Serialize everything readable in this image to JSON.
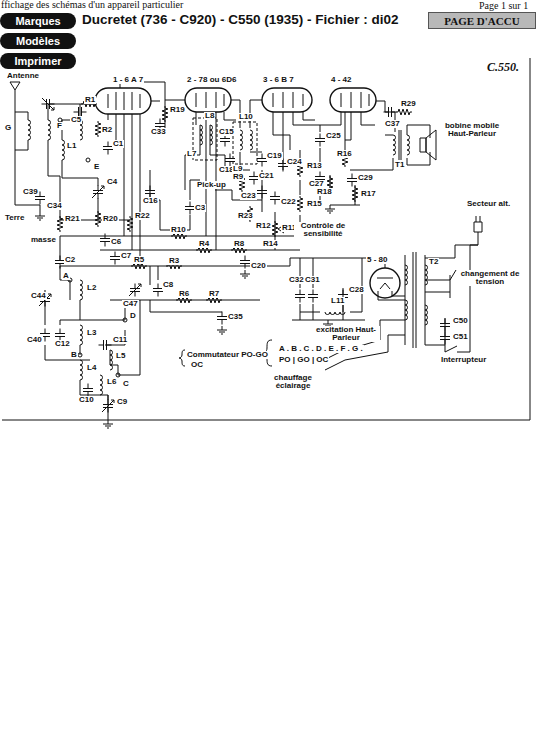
{
  "diagram": {
    "title": "Ducretet (736 - C920) - C550 (1935) - Fichier : di02",
    "nodes": [
      {
        "text": [
          "Marques"
        ]
      },
      {
        "text": [
          "Modèles"
        ]
      },
      {
        "text": [
          "Imprimer"
        ]
      },
      {
        "text": [
          "PAGE D'ACCU"
        ]
      }
    ],
    "labels": [
      "ffichage des schémas d'un appareil particulier",
      "Page 1 sur 1",
      "C.550.",
      "Antenne",
      "1 - 6 A 7",
      "2 - 78 ou 6D6",
      "3 - 6 B 7",
      "4 - 42",
      "G",
      "F",
      "E",
      "R1",
      "R2",
      "C5",
      "L1",
      "C1",
      "C4",
      "C39",
      "C34",
      "Terre",
      "masse",
      "R21",
      "R20",
      "R22",
      "C6",
      "C2",
      "A",
      "C44",
      "L2",
      "C7",
      "R5",
      "R3",
      "C47",
      "C8",
      "D",
      "C40",
      "C12",
      "L3",
      "C11",
      "B",
      "L4",
      "L5",
      "C",
      "C10",
      "L6",
      "C9",
      "R6",
      "R7",
      "C35",
      "C16",
      "C3",
      "R10",
      "R4",
      "R8",
      "C20",
      "C33",
      "R19",
      "L7",
      "L8",
      "C15",
      "L10",
      "C18",
      "C19",
      "L9",
      "Pick-up",
      "R9",
      "C21",
      "C23",
      "C22",
      "C24",
      "R23",
      "R12",
      "R11",
      "R14",
      "Contrôle de sensibilité",
      "R13",
      "R15",
      "C25",
      "C27",
      "R16",
      "C29",
      "R18",
      "R17",
      "C37",
      "R29",
      "T1",
      "bobine mobile Haut-Parleur",
      "Secteur alt.",
      "5 - 80",
      "T2",
      "changement de tension",
      "C32",
      "C31",
      "C28",
      "L11",
      "excitation Haut-Parleur",
      "chauffage éclairage",
      "C50",
      "C51",
      "Interrupteur",
      "Commutateur PO-GO",
      "OC",
      "A . B . C . D . E . F . G .",
      "PO | GO | OC"
    ]
  }
}
